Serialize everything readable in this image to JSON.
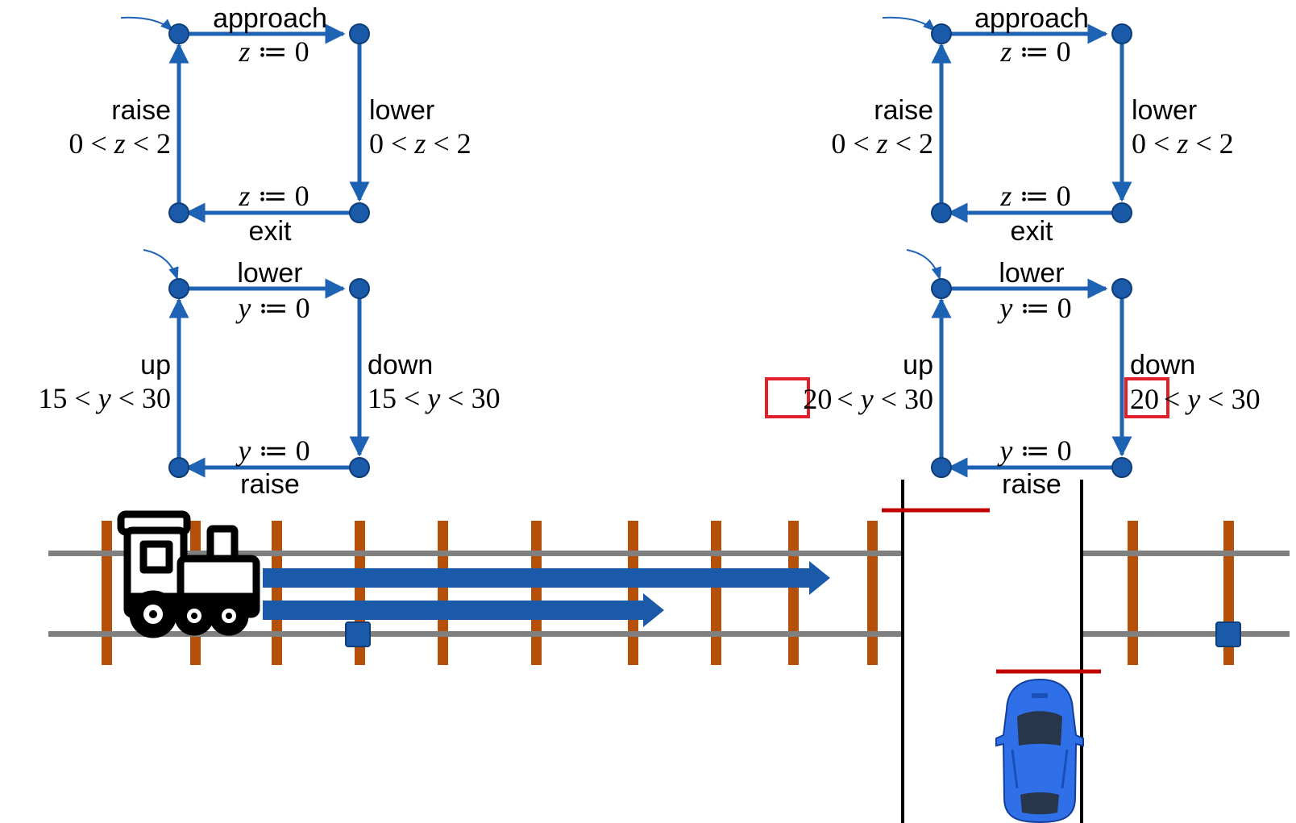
{
  "colors": {
    "edge": "#1e62b4",
    "node": "#1a5aa8",
    "node_stroke": "#0e3e7a",
    "highlight": "#e0202a",
    "rail": "#808080",
    "tie": "#b4500a",
    "gate": "#c00000",
    "car_body": "#2f6fe8",
    "car_glass": "#27364a"
  },
  "automata": {
    "top_left": {
      "top_label": "approach",
      "top_reset_var": "z",
      "top_reset_rest": " ≔ 0",
      "right_label": "lower",
      "right_guard_pre": "0 < ",
      "right_guard_var": "z",
      "right_guard_post": " < 2",
      "left_label": "raise",
      "left_guard_pre": "0 < ",
      "left_guard_var": "z",
      "left_guard_post": " < 2",
      "bottom_label": "exit",
      "bottom_reset_var": "z",
      "bottom_reset_rest": " ≔ 0"
    },
    "top_right": {
      "top_label": "approach",
      "top_reset_var": "z",
      "top_reset_rest": " ≔ 0",
      "right_label": "lower",
      "right_guard_pre": "0 < ",
      "right_guard_var": "z",
      "right_guard_post": " < 2",
      "left_label": "raise",
      "left_guard_pre": "0 < ",
      "left_guard_var": "z",
      "left_guard_post": " < 2",
      "bottom_label": "exit",
      "bottom_reset_var": "z",
      "bottom_reset_rest": " ≔ 0"
    },
    "bottom_left": {
      "top_label": "lower",
      "top_reset_var": "y",
      "top_reset_rest": " ≔ 0",
      "right_label": "down",
      "right_guard_pre": "15 < ",
      "right_guard_var": "y",
      "right_guard_post": " < 30",
      "left_label": "up",
      "left_guard_pre": "15 < ",
      "left_guard_var": "y",
      "left_guard_post": " < 30",
      "bottom_label": "raise",
      "bottom_reset_var": "y",
      "bottom_reset_rest": " ≔ 0"
    },
    "bottom_right": {
      "top_label": "lower",
      "top_reset_var": "y",
      "top_reset_rest": " ≔ 0",
      "right_label": "down",
      "right_guard_highlight": "20",
      "right_guard_var": "y",
      "right_guard_post": " < 30",
      "left_label": "up",
      "left_guard_highlight": "20",
      "left_guard_var": "y",
      "left_guard_post": " < 30",
      "bottom_label": "raise",
      "bottom_reset_var": "y",
      "bottom_reset_rest": " ≔ 0"
    }
  },
  "scene": {
    "train_icon": "train-icon",
    "car_icon": "car-icon",
    "sensor_icon": "sensor-square-icon",
    "arrow_icon": "progress-arrow-icon"
  }
}
